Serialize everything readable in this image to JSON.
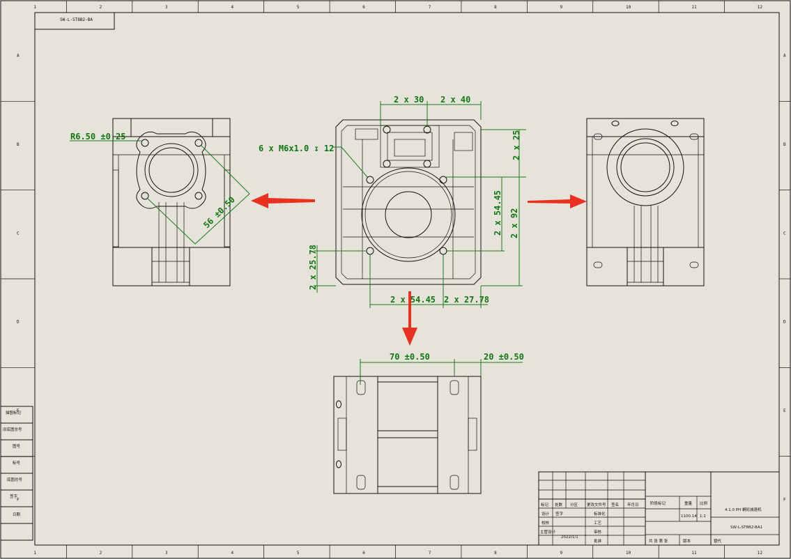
{
  "frame": {
    "cols": [
      "1",
      "2",
      "3",
      "4",
      "5",
      "6",
      "7",
      "8",
      "9",
      "10",
      "11",
      "12"
    ],
    "rows": [
      "A",
      "B",
      "C",
      "D",
      "E",
      "F"
    ],
    "drawing_code": "SW-L-ST8B2-BA"
  },
  "dims": {
    "top_2x30": "2 x 30",
    "top_2x40": "2 x 40",
    "thread_callout": "6 x M6x1.0 ↧ 12",
    "right_2x25": "2 x 25",
    "right_2x5445": "2 x 54.45",
    "right_2x92": "2 x 92",
    "left_2x2578": "2 x 25.78",
    "bottom_2x5445": "2 x 54.45",
    "bottom_2x2778": "2 x 27.78",
    "radius": "R6.50 ±0.25",
    "diag": "56 ±0.50",
    "width_70": "70 ±0.50",
    "width_20": "20 ±0.50"
  },
  "left_table": [
    "描图标记",
    "旧底图总号",
    "图号",
    "标号",
    "底图总号",
    "签字",
    "日期"
  ],
  "title_block": {
    "headers": [
      "标记",
      "处数",
      "分区",
      "更改文件号",
      "签名",
      "年月日"
    ],
    "rows_left": [
      "设计",
      "校核",
      "主管设计"
    ],
    "rows_left2": [
      "签字",
      ""
    ],
    "mid_labels": [
      "标准化",
      "工艺",
      "审核",
      "批准"
    ],
    "stage_labels": [
      "阶段标记",
      "重量",
      "比例"
    ],
    "weight": "1100.14",
    "scale": "1:1",
    "sheet": "共 张 第 张",
    "version": "版本",
    "replace": "替代",
    "date_text": "2022/1/1",
    "title": "4.1.0 PH 蜗轮减速机",
    "doc_no": "SW-L-ST8B2-BA1"
  },
  "colors": {
    "background": "#e6e4da",
    "dimension": "#117711",
    "arrow": "#e8321f",
    "line": "#111111"
  }
}
